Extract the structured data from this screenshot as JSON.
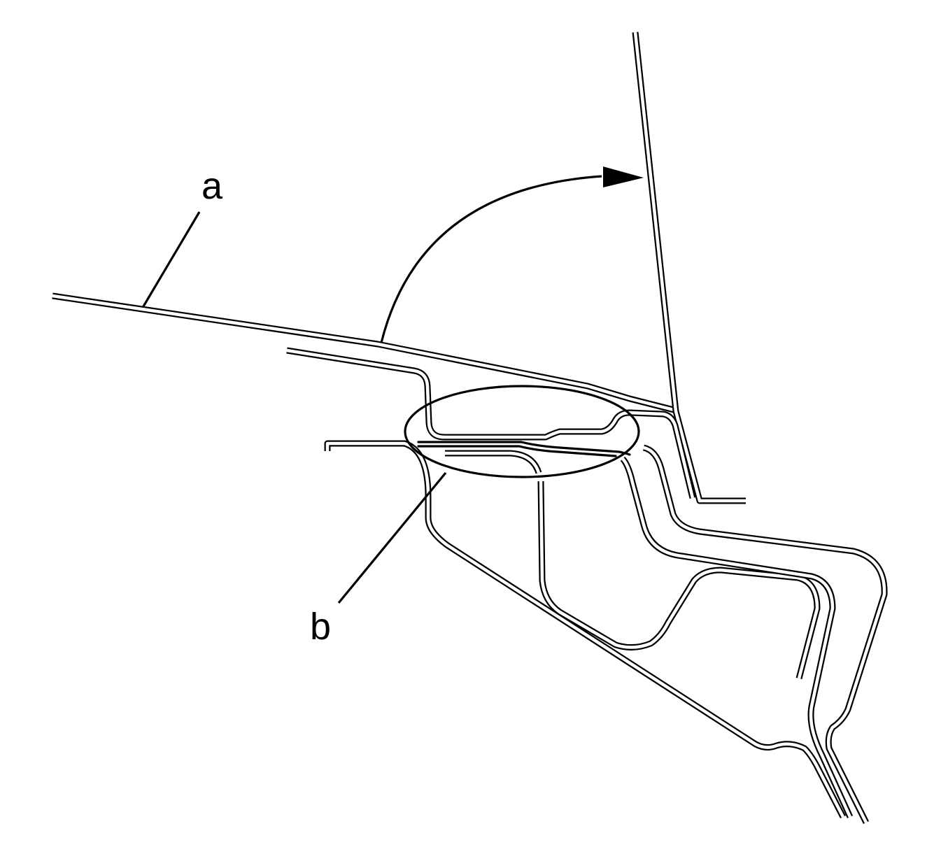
{
  "diagram": {
    "callouts": [
      {
        "id": "a",
        "label": "a"
      },
      {
        "id": "b",
        "label": "b"
      }
    ],
    "colors": {
      "line": "#000000",
      "background": "#ffffff"
    }
  }
}
